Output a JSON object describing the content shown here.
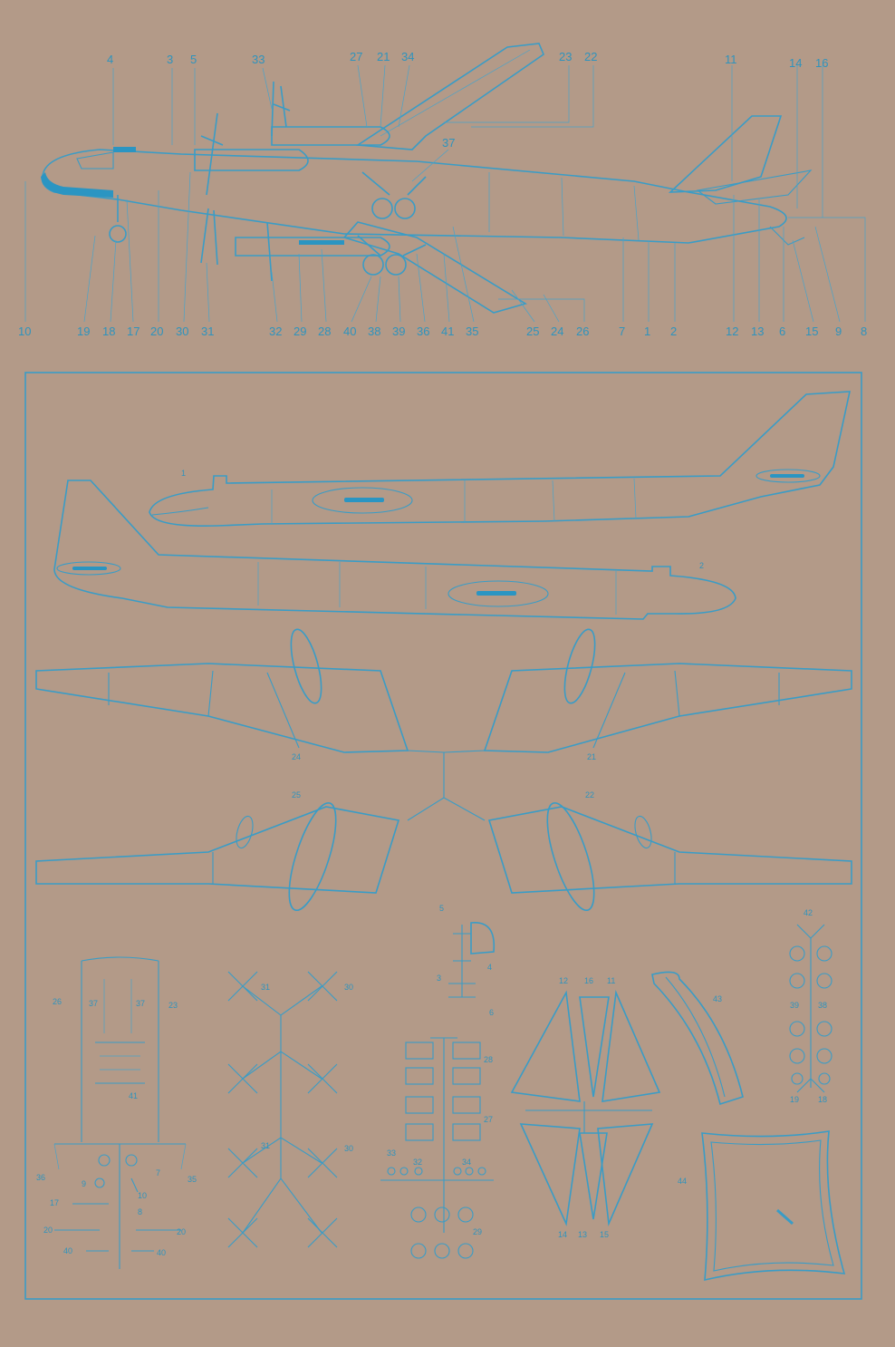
{
  "sheet": {
    "colors": {
      "paper": "#b39a88",
      "ink": "#2f93bd"
    }
  },
  "top_callouts": {
    "top_row": [
      "4",
      "3",
      "5",
      "33",
      "27",
      "21",
      "34",
      "23",
      "22",
      "11",
      "14",
      "16",
      "37"
    ],
    "bottom_row": [
      "10",
      "19",
      "18",
      "17",
      "20",
      "30",
      "31",
      "32",
      "29",
      "28",
      "40",
      "38",
      "39",
      "36",
      "41",
      "35",
      "25",
      "24",
      "26",
      "7",
      "1",
      "2",
      "12",
      "13",
      "6",
      "15",
      "9",
      "8"
    ]
  },
  "parts": {
    "fuselage_halves": [
      "1",
      "2"
    ],
    "wings": [
      "24",
      "21",
      "25",
      "22"
    ],
    "gear_sprue": [
      "26",
      "37",
      "37",
      "23",
      "41",
      "36",
      "7",
      "35",
      "9",
      "10",
      "17",
      "8",
      "20",
      "20",
      "40",
      "40"
    ],
    "propeller_sprue": [
      "31",
      "30",
      "31",
      "30"
    ],
    "canopy_sprue": [
      "5",
      "4",
      "3",
      "6"
    ],
    "nacelle_sprue": [
      "28",
      "27",
      "33",
      "32",
      "34",
      "29"
    ],
    "tail_sprue": [
      "12",
      "16",
      "11",
      "14",
      "13",
      "15"
    ],
    "strut": [
      "43"
    ],
    "wheel_sprue": [
      "42",
      "39",
      "38",
      "19",
      "18"
    ],
    "stand": [
      "44"
    ]
  }
}
